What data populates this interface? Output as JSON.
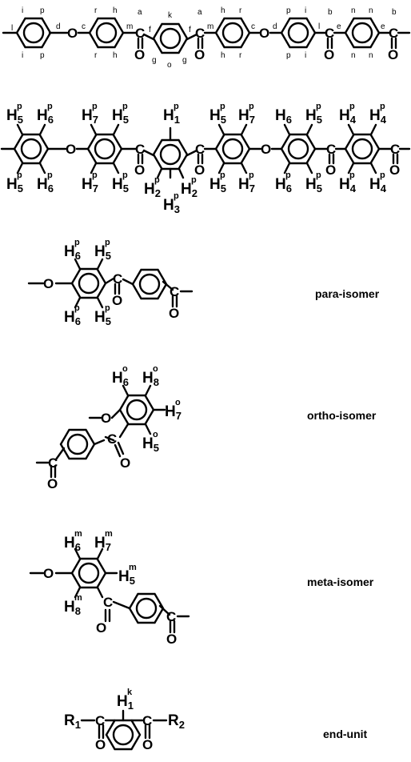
{
  "atoms": {
    "oxygen": "O",
    "carbon": "C",
    "hydrogen": "H"
  },
  "chain_labels": {
    "ring1": [
      "l",
      "i",
      "p",
      "i",
      "p"
    ],
    "ring2": [
      "c",
      "r",
      "h",
      "r",
      "h"
    ],
    "ring3": [
      "f",
      "k",
      "g",
      "o",
      "g"
    ],
    "ring4": [
      "m",
      "h",
      "r",
      "h",
      "r"
    ],
    "ring5": [
      "d",
      "p",
      "i",
      "p",
      "i"
    ],
    "ring6": [
      "l",
      "n",
      "n",
      "n",
      "n"
    ],
    "bond_labels": [
      "d",
      "c",
      "m",
      "a",
      "f",
      "f",
      "a",
      "m",
      "c",
      "d",
      "b",
      "e",
      "e",
      "b"
    ]
  },
  "structure2": {
    "top": [
      {
        "sub": "5",
        "sup": "p"
      },
      {
        "sub": "6",
        "sup": "p"
      },
      {
        "sub": "7",
        "sup": "p"
      },
      {
        "sub": "5",
        "sup": "p"
      },
      {
        "sub": "1",
        "sup": "p"
      },
      {
        "sub": "5",
        "sup": "p"
      },
      {
        "sub": "7",
        "sup": "p"
      },
      {
        "sub": "6",
        "sup": ""
      },
      {
        "sub": "5",
        "sup": "p"
      },
      {
        "sub": "4",
        "sup": "p"
      },
      {
        "sub": "4",
        "sup": "p"
      }
    ],
    "bottom": [
      {
        "sub": "5",
        "sup": "p"
      },
      {
        "sub": "6",
        "sup": "p"
      },
      {
        "sub": "7",
        "sup": "p"
      },
      {
        "sub": "5",
        "sup": "p"
      },
      {
        "sub": "2",
        "sup": "p"
      },
      {
        "sub": "2",
        "sup": "p"
      },
      {
        "sub": "5",
        "sup": "p"
      },
      {
        "sub": "7",
        "sup": "p"
      },
      {
        "sub": "6",
        "sup": "p"
      },
      {
        "sub": "5",
        "sup": "p"
      },
      {
        "sub": "4",
        "sup": "p"
      },
      {
        "sub": "4",
        "sup": "p"
      }
    ],
    "center_bottom": {
      "sub": "3",
      "sup": "p"
    }
  },
  "isomers": [
    {
      "caption": "para-isomer",
      "h": [
        {
          "sub": "6",
          "sup": "p"
        },
        {
          "sub": "5",
          "sup": "p"
        },
        {
          "sub": "6",
          "sup": "p"
        },
        {
          "sub": "5",
          "sup": "p"
        }
      ]
    },
    {
      "caption": "ortho-isomer",
      "h": [
        {
          "sub": "6",
          "sup": "o"
        },
        {
          "sub": "8",
          "sup": "o"
        },
        {
          "sub": "7",
          "sup": "o"
        },
        {
          "sub": "5",
          "sup": "o"
        }
      ]
    },
    {
      "caption": "meta-isomer",
      "h": [
        {
          "sub": "6",
          "sup": "m"
        },
        {
          "sub": "7",
          "sup": "m"
        },
        {
          "sub": "5",
          "sup": "m"
        },
        {
          "sub": "8",
          "sup": "m"
        }
      ]
    }
  ],
  "end_unit": {
    "caption": "end-unit",
    "h": {
      "sub": "1",
      "sup": "k"
    },
    "r1": {
      "sym": "R",
      "sub": "1"
    },
    "r2": {
      "sym": "R",
      "sub": "2"
    }
  }
}
